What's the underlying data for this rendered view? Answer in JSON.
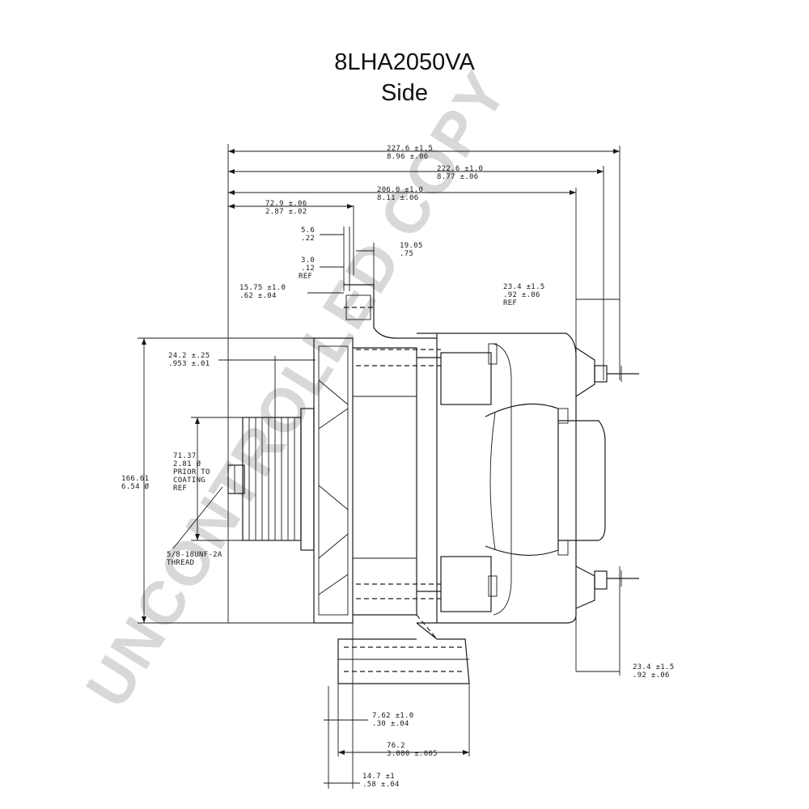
{
  "title": {
    "model": "8LHA2050VA",
    "view": "Side"
  },
  "watermark": "UNCONTROLLED COPY",
  "dimensions": {
    "overall_a": {
      "mm": "227.6 ±1.5",
      "in": "8.96 ±.06"
    },
    "overall_b": {
      "mm": "222.6 ±1.0",
      "in": "8.77 ±.06"
    },
    "overall_c": {
      "mm": "206.0 ±1.0",
      "in": "8.11 ±.06"
    },
    "front_len": {
      "mm": "72.9 ±.06",
      "in": "2.87 ±.02"
    },
    "d_56": {
      "mm": "5.6",
      "in": ".22"
    },
    "d_1905": {
      "mm": "19.05",
      "in": ".75"
    },
    "d_30": {
      "mm": "3.0",
      "in": ".12",
      "ref": "REF"
    },
    "d_1575": {
      "mm": "15.75 ±1.0",
      "in": ".62 ±.04"
    },
    "d_234_top": {
      "mm": "23.4 ±1.5",
      "in": ".92 ±.06",
      "ref": "REF"
    },
    "d_242": {
      "mm": "24.2 ±.25",
      "in": ".953 ±.01"
    },
    "pulley_dia": {
      "l1": "71.37",
      "l2": "2.81 Ø",
      "l3": "PRIOR TO",
      "l4": "COATING",
      "l5": "REF"
    },
    "body_dia": {
      "mm": "166.61",
      "in": "6.54 Ø"
    },
    "thread": {
      "l1": "5/8-18UNF-2A",
      "l2": "THREAD"
    },
    "d_234_bottom": {
      "mm": "23.4 ±1.5",
      "in": ".92 ±.06"
    },
    "d_762": {
      "mm": "7.62 ±1.0",
      "in": ".30 ±.04"
    },
    "d_762b": {
      "mm": "76.2",
      "in": "3.000 ±.005"
    },
    "d_147": {
      "mm": "14.7 ±1",
      "in": ".58 ±.04"
    }
  }
}
